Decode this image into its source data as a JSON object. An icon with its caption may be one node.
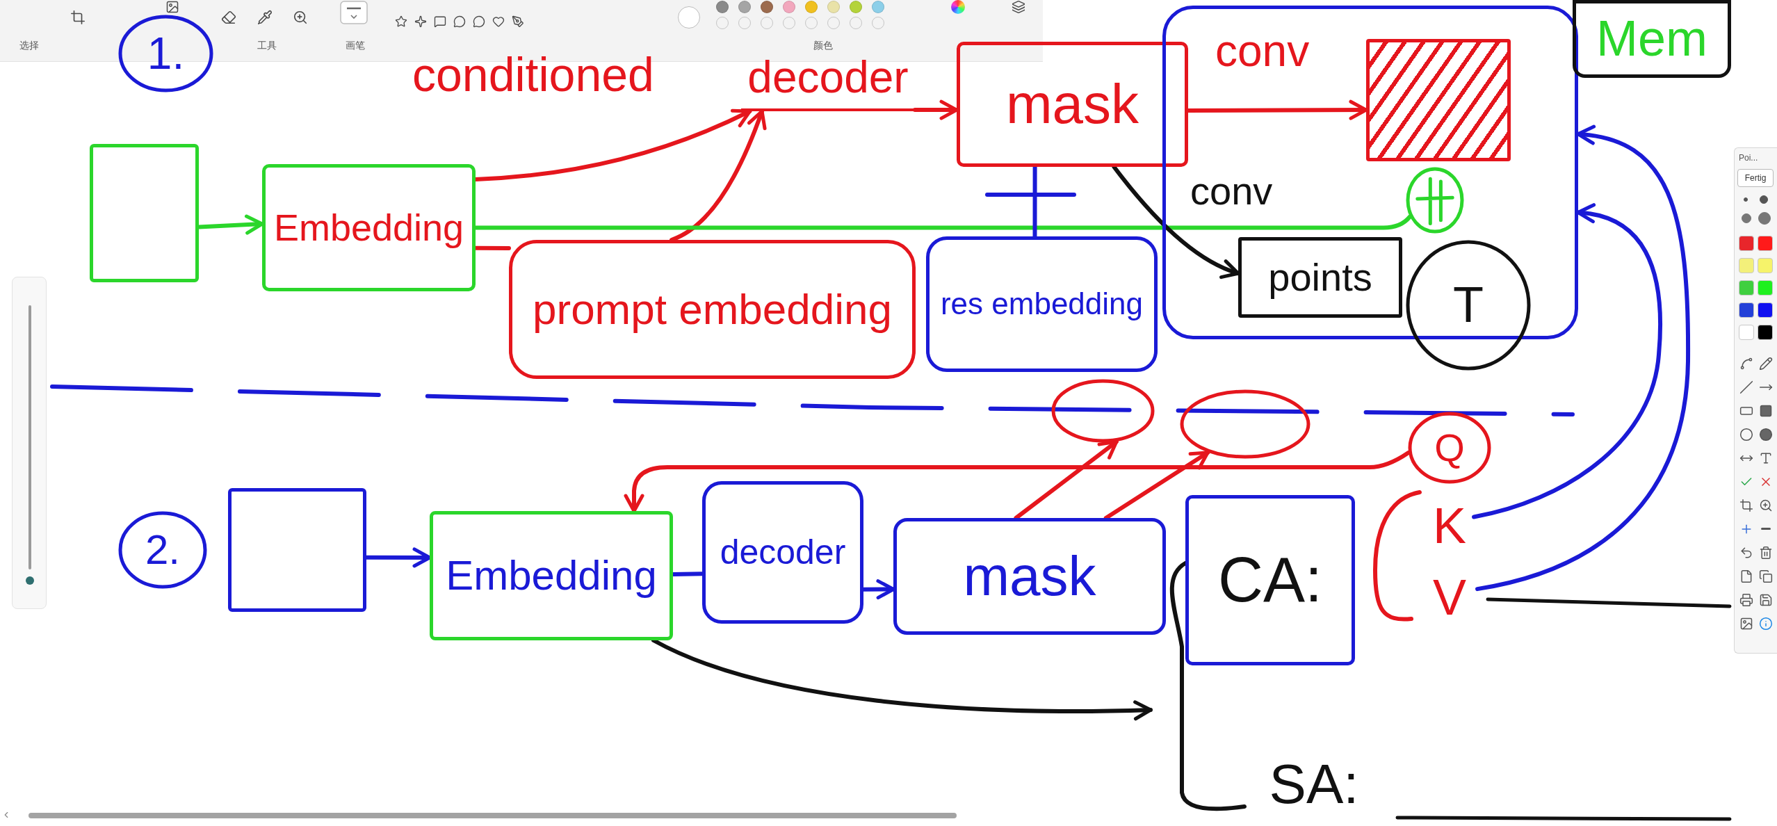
{
  "diagram": {
    "nodes": [
      {
        "text": [
          "1."
        ]
      },
      {
        "text": [],
        "shape": "box"
      },
      {
        "text": [
          "Embedding"
        ]
      },
      {
        "text": [
          "decoder"
        ]
      },
      {
        "text": [
          "mask"
        ]
      },
      {
        "text": [],
        "shape": "box"
      },
      {
        "text": [],
        "shape": "box",
        "in": 5
      },
      {
        "text": [],
        "shape": "circle",
        "in": 5
      },
      {
        "text": [
          "points"
        ],
        "in": 5
      },
      {
        "text": [
          "T"
        ]
      },
      {
        "text": [
          "Mem"
        ]
      },
      {
        "text": [
          "prompt embedding"
        ]
      },
      {
        "text": [
          "res embedding"
        ]
      },
      {
        "text": [
          "2."
        ]
      },
      {
        "text": [],
        "shape": "box"
      },
      {
        "text": [
          "Embedding"
        ]
      },
      {
        "text": [
          "decoder"
        ]
      },
      {
        "text": [
          "mask"
        ]
      },
      {
        "text": [],
        "shape": "circle"
      },
      {
        "text": [],
        "shape": "circle"
      },
      {
        "text": [
          "Q"
        ]
      },
      {
        "text": [
          "CA:"
        ]
      },
      {
        "text": [
          "K"
        ]
      },
      {
        "text": [
          "V"
        ]
      },
      {
        "text": [
          "SA:"
        ]
      }
    ],
    "edges": [
      {
        "from": 1,
        "to": 2,
        "arrow": "to",
        "color": "#2bd62b"
      },
      {
        "from": 2,
        "to": 3,
        "arrow": "to",
        "label": "conditioned"
      },
      {
        "from": 11,
        "to": 3,
        "arrow": "to"
      },
      {
        "from": 2,
        "to": 11,
        "arrow": "none"
      },
      {
        "from": 3,
        "to": 4,
        "arrow": "to"
      },
      {
        "from": 4,
        "to": 6,
        "arrow": "to",
        "label": "conv"
      },
      {
        "from": 2,
        "to": 7,
        "arrow": "none",
        "color": "#2bd62b"
      },
      {
        "from": 4,
        "to": 12,
        "arrow": "none",
        "color": "#1a1ad6"
      },
      {
        "from": 4,
        "to": 8,
        "arrow": "to",
        "label": "conv",
        "color": "#111111"
      },
      {
        "from": 22,
        "to": 5,
        "arrow": "to",
        "color": "#1a1ad6"
      },
      {
        "from": 23,
        "to": 5,
        "arrow": "to",
        "color": "#1a1ad6"
      },
      {
        "from": 14,
        "to": 15,
        "arrow": "to",
        "color": "#1a1ad6"
      },
      {
        "from": 15,
        "to": 16,
        "arrow": "none",
        "color": "#1a1ad6"
      },
      {
        "from": 16,
        "to": 17,
        "arrow": "to",
        "color": "#1a1ad6"
      },
      {
        "from": 17,
        "to": 18,
        "arrow": "to"
      },
      {
        "from": 17,
        "to": 19,
        "arrow": "to"
      },
      {
        "from": 20,
        "to": 15,
        "arrow": "to"
      },
      {
        "from": 21,
        "to": 24,
        "arrow": "none",
        "color": "#111111"
      },
      {
        "from": 15,
        "to": null,
        "arrow": "to",
        "color": "#111111"
      }
    ],
    "labels": [
      "选择",
      "工具",
      "画笔",
      "颜色",
      "Poi...",
      "Fertig"
    ]
  }
}
